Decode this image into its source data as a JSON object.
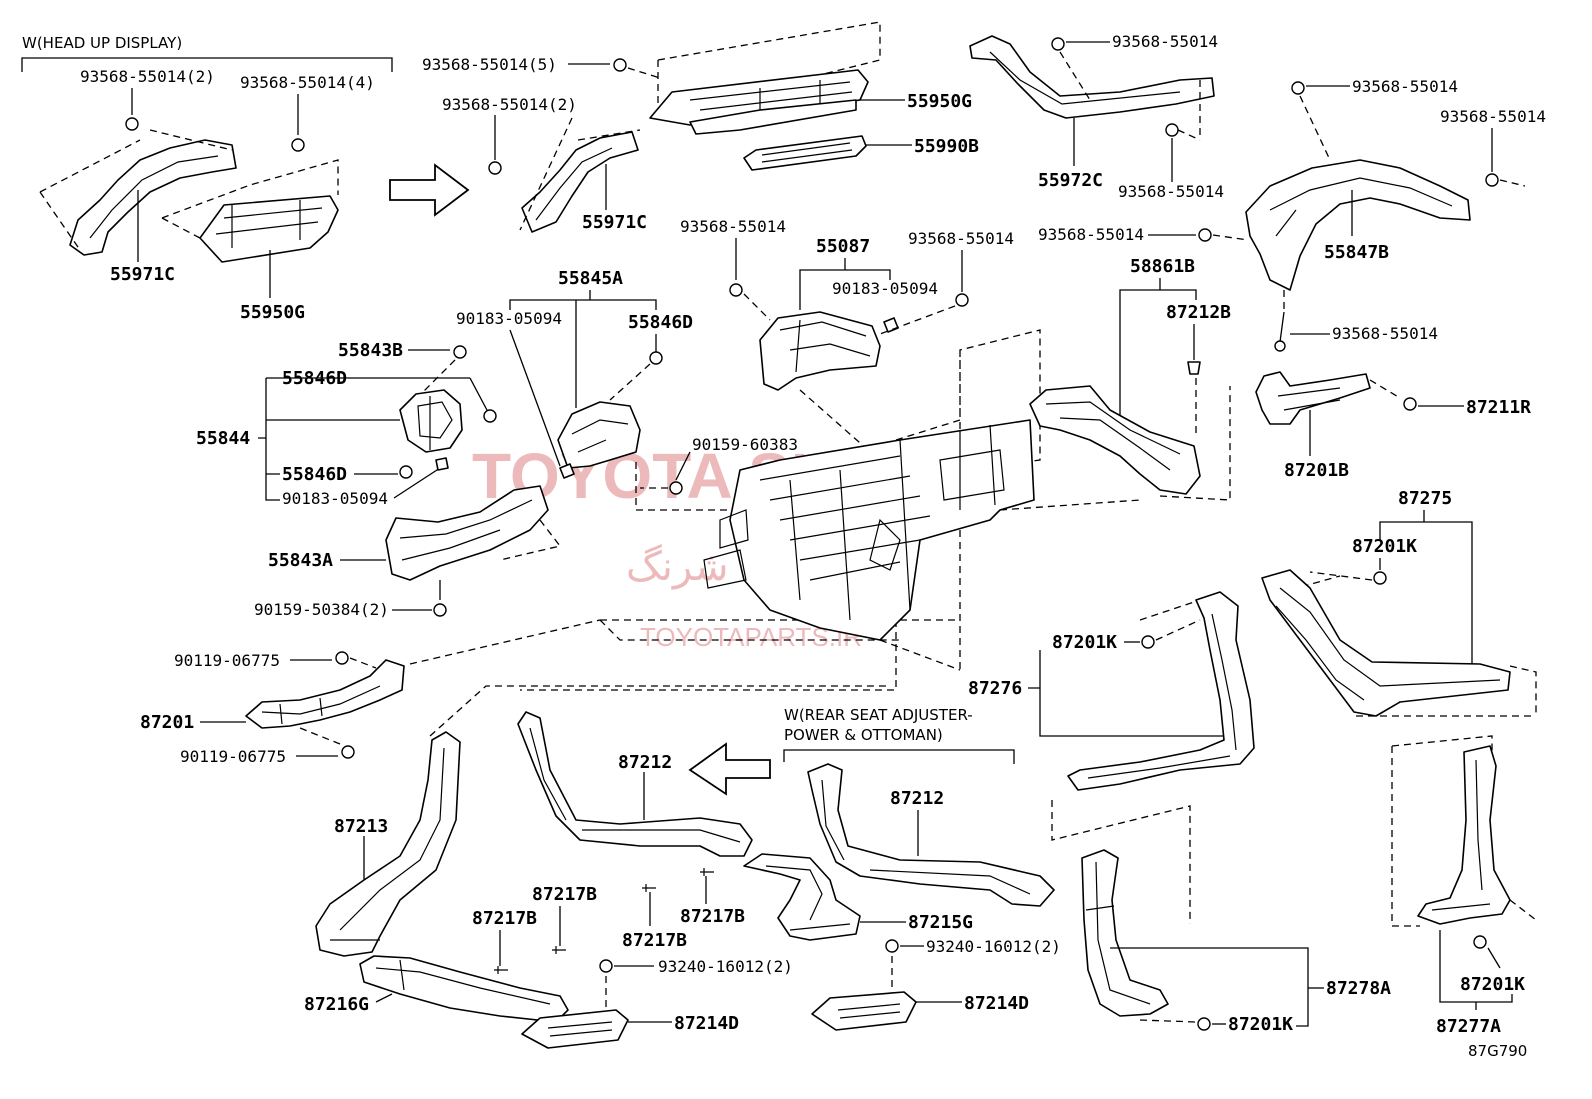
{
  "code": "87G790",
  "watermark": {
    "main": "TOYOTA SHONG",
    "persian": "تویوتا شرنگ",
    "url": "TOYOTAPARTS.IR"
  },
  "notes": {
    "head_up": "W(HEAD UP DISPLAY)",
    "rear_seat_1": "W(REAR SEAT ADJUSTER-",
    "rear_seat_2": "POWER & OTTOMAN)"
  },
  "labels": {
    "hud_bolt_a": "93568-55014(2)",
    "hud_bolt_b": "93568-55014(4)",
    "hud_duct": "55971C",
    "hud_nozzle": "55950G",
    "top_bolt_5": "93568-55014(5)",
    "top_bolt_2": "93568-55014(2)",
    "nozzle_55950g": "55950G",
    "grille_55990b": "55990B",
    "duct_55971c": "55971C",
    "duct_55972c": "55972C",
    "bolt_tr_1": "93568-55014",
    "bolt_tr_2": "93568-55014",
    "bolt_r_1": "93568-55014",
    "bolt_r_2": "93568-55014",
    "bolt_r_3": "93568-55014",
    "bolt_r_4": "93568-55014",
    "duct_55847b": "55847B",
    "bolt_c_1": "93568-55014",
    "bolt_c_2": "93568-55014",
    "duct_55087": "55087",
    "clip_90183_c": "90183-05094",
    "duct_55845a": "55845A",
    "clip_90183_l": "90183-05094",
    "duct_55846d_r": "55846D",
    "duct_55843b": "55843B",
    "duct_55846d_t": "55846D",
    "duct_55844": "55844",
    "duct_55846d_b": "55846D",
    "clip_90183_b": "90183-05094",
    "screw_90159_60383": "90159-60383",
    "duct_55843a": "55843A",
    "screw_90159_50384": "90159-50384(2)",
    "screw_90119_top": "90119-06775",
    "duct_87201": "87201",
    "screw_90119_bot": "90119-06775",
    "duct_58861b": "58861B",
    "duct_87212b": "87212B",
    "duct_87211r": "87211R",
    "duct_87201b": "87201B",
    "duct_87275": "87275",
    "duct_87201k_a": "87201K",
    "duct_87201k_b": "87201K",
    "duct_87276": "87276",
    "duct_87212_l": "87212",
    "duct_87212_r": "87212",
    "duct_87213": "87213",
    "clip_87217b_1": "87217B",
    "clip_87217b_2": "87217B",
    "clip_87217b_3": "87217B",
    "clip_87217b_4": "87217B",
    "duct_87215g": "87215G",
    "screw_93240_l": "93240-16012(2)",
    "screw_93240_r": "93240-16012(2)",
    "duct_87216g": "87216G",
    "grille_87214d_l": "87214D",
    "grille_87214d_r": "87214D",
    "duct_87278a": "87278A",
    "duct_87201k_c": "87201K",
    "duct_87201k_d": "87201K",
    "duct_87277a": "87277A"
  }
}
